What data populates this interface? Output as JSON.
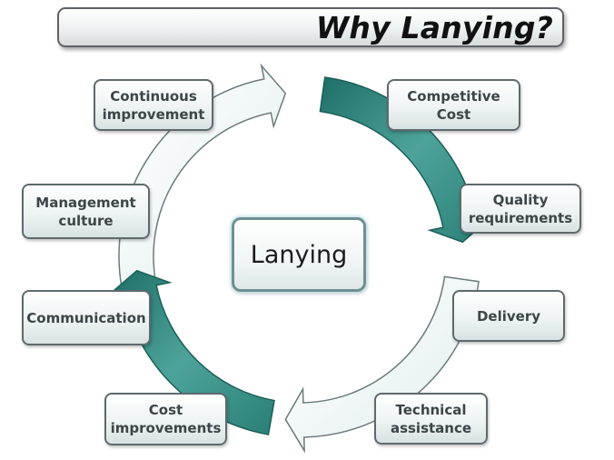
{
  "title": "Why Lanying?",
  "center_label": "Lanying",
  "nodes": {
    "continuous_improvement": "Continuous\nimprovement",
    "competitive_cost": "Competitive\nCost",
    "management_culture": "Management\nculture",
    "quality_requirements": "Quality\nrequirements",
    "communication": "Communication",
    "delivery": "Delivery",
    "cost_improvements": "Cost\nimprovements",
    "technical_assistance": "Technical\nassistance"
  },
  "colors": {
    "teal_dark": "#1e6e66",
    "teal_light": "#5aa9a0",
    "pale_arrow": "#f2f7f7",
    "node_border": "#5e6a6d"
  }
}
